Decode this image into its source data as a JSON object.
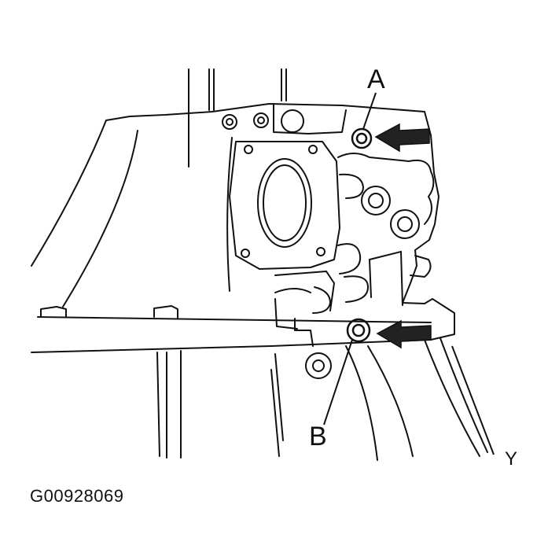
{
  "labels": {
    "a": "A",
    "b": "B",
    "y": "Y"
  },
  "figure_id": "G00928069",
  "colors": {
    "ink": "#111111",
    "arrow": "#222222",
    "background": "#ffffff"
  }
}
